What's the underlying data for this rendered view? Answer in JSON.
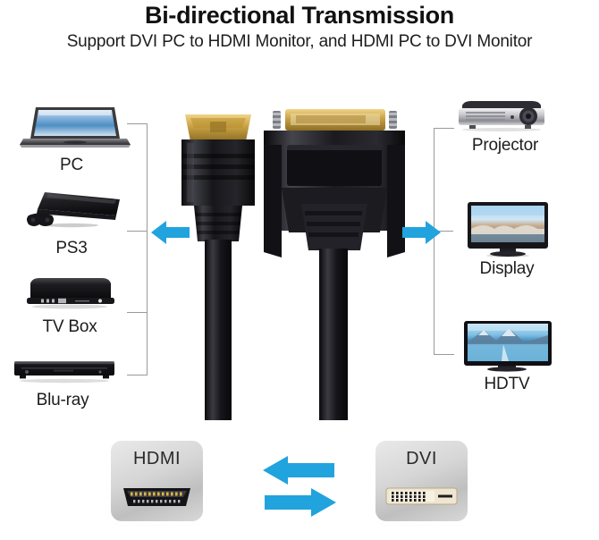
{
  "header": {
    "title": "Bi-directional Transmission",
    "subtitle": "Support DVI PC to HDMI Monitor, and HDMI PC to DVI Monitor"
  },
  "colors": {
    "accent_blue": "#21a3dd",
    "bracket_line": "#9a9a9a",
    "text": "#1d1d1d",
    "card_face": "#d6d6d6",
    "gold_pin": "#d9b44a"
  },
  "source_devices": [
    {
      "label": "PC",
      "icon": "laptop-icon"
    },
    {
      "label": "PS3",
      "icon": "game-console-icon"
    },
    {
      "label": "TV Box",
      "icon": "set-top-box-icon"
    },
    {
      "label": "Blu-ray",
      "icon": "blu-ray-player-icon"
    }
  ],
  "destination_devices": [
    {
      "label": "Projector",
      "icon": "projector-icon"
    },
    {
      "label": "Display",
      "icon": "monitor-icon"
    },
    {
      "label": "HDTV",
      "icon": "hdtv-icon"
    }
  ],
  "cable": {
    "left_connector": "hdmi-plug",
    "right_connector": "dvi-plug"
  },
  "flow_arrows": {
    "left_arrow": "arrow-left-icon",
    "right_arrow": "arrow-right-icon"
  },
  "ports": {
    "hdmi": {
      "label": "HDMI",
      "socket": "hdmi-socket-icon"
    },
    "dvi": {
      "label": "DVI",
      "socket": "dvi-socket-icon"
    },
    "swap": "bidirectional-swap-icon"
  }
}
